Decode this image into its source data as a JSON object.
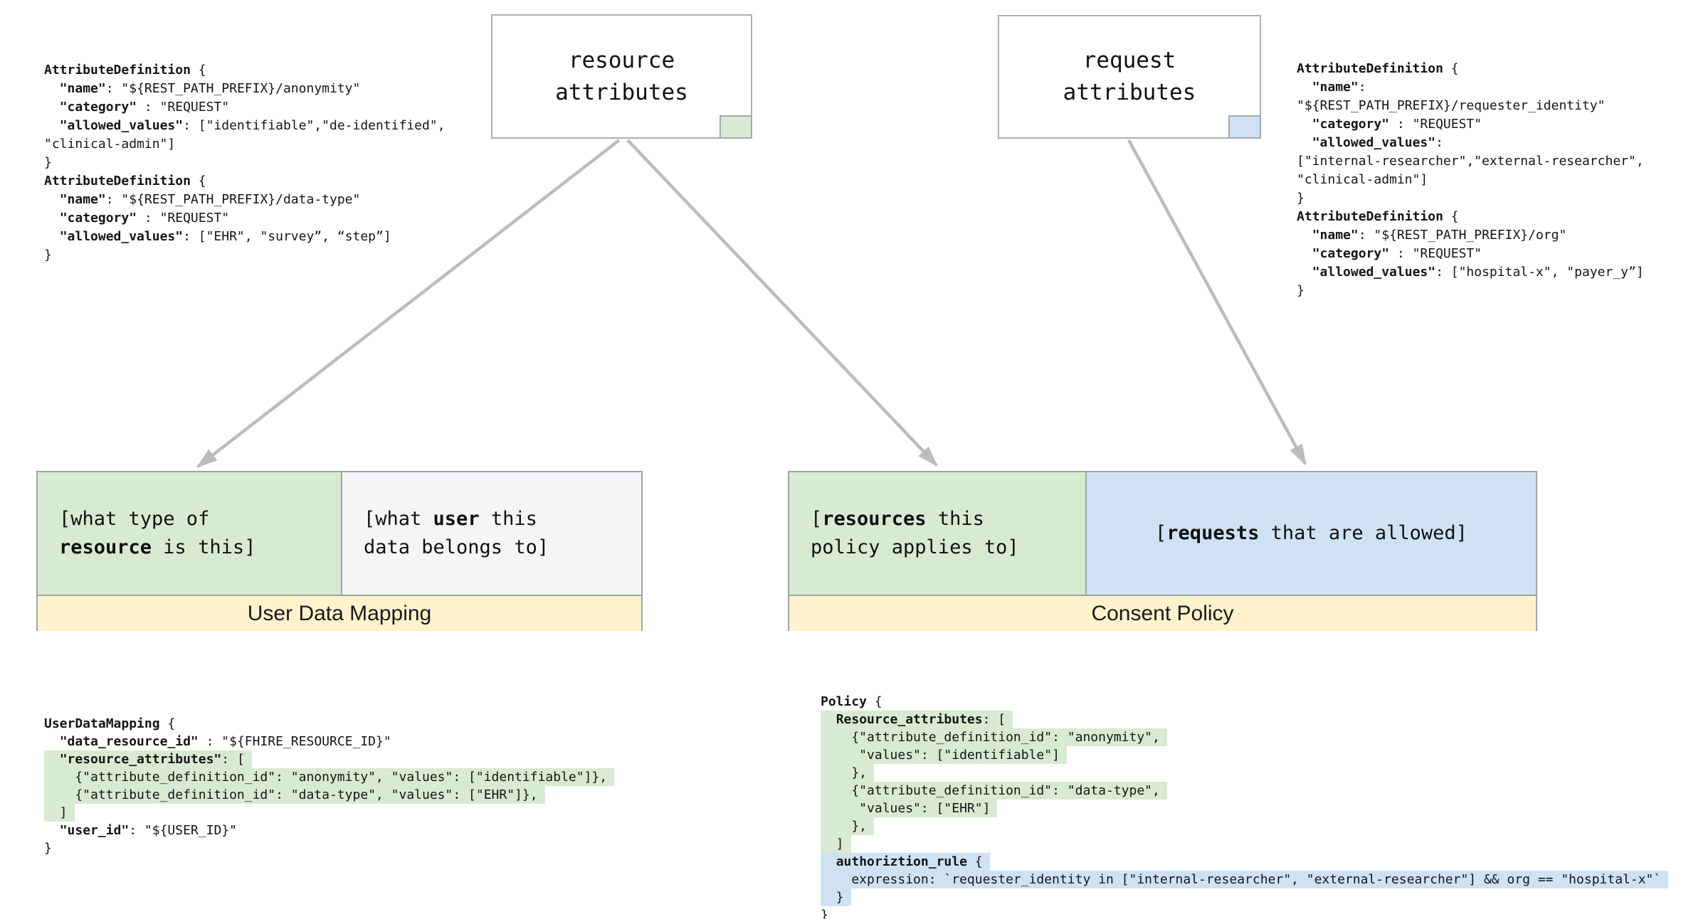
{
  "colors": {
    "green": "#d9ead3",
    "blue": "#cfe2f3",
    "yellow": "#fff2cc",
    "light_gray_cell": "#f3f5f6",
    "border_gray": "#9fa4a9",
    "arrow_gray": "#b9bcc1"
  },
  "boxes": {
    "resource": {
      "line1": "resource",
      "line2": "attributes",
      "corner_color": "#d9ead3"
    },
    "request": {
      "line1": "request",
      "line2": "attributes",
      "corner_color": "#cfe2f3"
    }
  },
  "groups": {
    "udm": {
      "banner": "User Data Mapping",
      "left_cell": [
        [
          {
            "t": "[what type of"
          }
        ],
        [
          {
            "t": "resource",
            "b": true
          },
          {
            "t": " is this]"
          }
        ]
      ],
      "right_cell": [
        [
          {
            "t": "[what "
          },
          {
            "t": "user",
            "b": true
          },
          {
            "t": " this"
          }
        ],
        [
          {
            "t": "data belongs to]"
          }
        ]
      ]
    },
    "cp": {
      "banner": "Consent Policy",
      "left_cell": [
        [
          {
            "t": "["
          },
          {
            "t": "resources",
            "b": true
          },
          {
            "t": " this"
          }
        ],
        [
          {
            "t": "policy applies to]"
          }
        ]
      ],
      "right_cell": [
        [
          {
            "t": "["
          },
          {
            "t": "requests",
            "b": true
          },
          {
            "t": " that are allowed]"
          }
        ]
      ]
    }
  },
  "code_blocks": {
    "attr_def_left": {
      "lines": [
        {
          "hl": null,
          "seg": [
            {
              "t": "AttributeDefinition",
              "b": true
            },
            {
              "t": " {"
            }
          ]
        },
        {
          "hl": null,
          "seg": [
            {
              "t": "  "
            },
            {
              "t": "\"name\"",
              "b": true
            },
            {
              "t": ": \"${REST_PATH_PREFIX}/anonymity\""
            }
          ]
        },
        {
          "hl": null,
          "seg": [
            {
              "t": "  "
            },
            {
              "t": "\"category\"",
              "b": true
            },
            {
              "t": " : \"REQUEST\""
            }
          ]
        },
        {
          "hl": null,
          "seg": [
            {
              "t": "  "
            },
            {
              "t": "\"allowed_values\"",
              "b": true
            },
            {
              "t": ": [\"identifiable\",\"de-identified\","
            }
          ]
        },
        {
          "hl": null,
          "seg": [
            {
              "t": "\"clinical-admin\"]"
            }
          ]
        },
        {
          "hl": null,
          "seg": [
            {
              "t": "}"
            }
          ]
        },
        {
          "hl": null,
          "seg": [
            {
              "t": "AttributeDefinition",
              "b": true
            },
            {
              "t": " {"
            }
          ]
        },
        {
          "hl": null,
          "seg": [
            {
              "t": "  "
            },
            {
              "t": "\"name\"",
              "b": true
            },
            {
              "t": ": \"${REST_PATH_PREFIX}/data-type\""
            }
          ]
        },
        {
          "hl": null,
          "seg": [
            {
              "t": "  "
            },
            {
              "t": "\"category\"",
              "b": true
            },
            {
              "t": " : \"REQUEST\""
            }
          ]
        },
        {
          "hl": null,
          "seg": [
            {
              "t": "  "
            },
            {
              "t": "\"allowed_values\"",
              "b": true
            },
            {
              "t": ": [\"EHR\", \"survey”, “step”]"
            }
          ]
        },
        {
          "hl": null,
          "seg": [
            {
              "t": "}"
            }
          ]
        }
      ]
    },
    "attr_def_right": {
      "lines": [
        {
          "hl": null,
          "seg": [
            {
              "t": "AttributeDefinition",
              "b": true
            },
            {
              "t": " {"
            }
          ]
        },
        {
          "hl": null,
          "seg": [
            {
              "t": "  "
            },
            {
              "t": "\"name\"",
              "b": true
            },
            {
              "t": ":"
            }
          ]
        },
        {
          "hl": null,
          "seg": [
            {
              "t": "\"${REST_PATH_PREFIX}/requester_identity\""
            }
          ]
        },
        {
          "hl": null,
          "seg": [
            {
              "t": "  "
            },
            {
              "t": "\"category\"",
              "b": true
            },
            {
              "t": " : \"REQUEST\""
            }
          ]
        },
        {
          "hl": null,
          "seg": [
            {
              "t": "  "
            },
            {
              "t": "\"allowed_values\"",
              "b": true
            },
            {
              "t": ":"
            }
          ]
        },
        {
          "hl": null,
          "seg": [
            {
              "t": "[\"internal-researcher\",\"external-researcher\","
            }
          ]
        },
        {
          "hl": null,
          "seg": [
            {
              "t": "\"clinical-admin\"]"
            }
          ]
        },
        {
          "hl": null,
          "seg": [
            {
              "t": "}"
            }
          ]
        },
        {
          "hl": null,
          "seg": [
            {
              "t": "AttributeDefinition",
              "b": true
            },
            {
              "t": " {"
            }
          ]
        },
        {
          "hl": null,
          "seg": [
            {
              "t": "  "
            },
            {
              "t": "\"name\"",
              "b": true
            },
            {
              "t": ": \"${REST_PATH_PREFIX}/org\""
            }
          ]
        },
        {
          "hl": null,
          "seg": [
            {
              "t": "  "
            },
            {
              "t": "\"category\"",
              "b": true
            },
            {
              "t": " : \"REQUEST\""
            }
          ]
        },
        {
          "hl": null,
          "seg": [
            {
              "t": "  "
            },
            {
              "t": "\"allowed_values\"",
              "b": true
            },
            {
              "t": ": [\"hospital-x\", \"payer_y”]"
            }
          ]
        },
        {
          "hl": null,
          "seg": [
            {
              "t": "}"
            }
          ]
        }
      ]
    },
    "user_data_mapping": {
      "lines": [
        {
          "hl": null,
          "seg": [
            {
              "t": "UserDataMapping",
              "b": true
            },
            {
              "t": " {"
            }
          ]
        },
        {
          "hl": null,
          "seg": [
            {
              "t": "  "
            },
            {
              "t": "\"data_resource_id\"",
              "b": true
            },
            {
              "t": " : \"${FHIRE_RESOURCE_ID}\""
            }
          ]
        },
        {
          "hl": "green",
          "seg": [
            {
              "t": "  "
            },
            {
              "t": "\"resource_attributes\"",
              "b": true
            },
            {
              "t": ": ["
            }
          ]
        },
        {
          "hl": "green",
          "seg": [
            {
              "t": "    {\"attribute_definition_id\": \"anonymity\", \"values\": [\"identifiable\"]},"
            }
          ]
        },
        {
          "hl": "green",
          "seg": [
            {
              "t": "    {\"attribute_definition_id\": \"data-type\", \"values\": [\"EHR\"]},"
            }
          ]
        },
        {
          "hl": "green",
          "seg": [
            {
              "t": "  ]"
            }
          ]
        },
        {
          "hl": null,
          "seg": [
            {
              "t": "  "
            },
            {
              "t": "\"user_id\"",
              "b": true
            },
            {
              "t": ": \"${USER_ID}\""
            }
          ]
        },
        {
          "hl": null,
          "seg": [
            {
              "t": "}"
            }
          ]
        }
      ]
    },
    "policy": {
      "lines": [
        {
          "hl": null,
          "seg": [
            {
              "t": "Policy",
              "b": true
            },
            {
              "t": " {"
            }
          ]
        },
        {
          "hl": "green",
          "seg": [
            {
              "t": "  "
            },
            {
              "t": "Resource_attributes",
              "b": true
            },
            {
              "t": ": ["
            }
          ]
        },
        {
          "hl": "green",
          "seg": [
            {
              "t": "    {\"attribute_definition_id\": \"anonymity\","
            }
          ]
        },
        {
          "hl": "green",
          "seg": [
            {
              "t": "     \"values\": [\"identifiable\"]"
            }
          ]
        },
        {
          "hl": "green",
          "seg": [
            {
              "t": "    },"
            }
          ]
        },
        {
          "hl": "green",
          "seg": [
            {
              "t": "    {\"attribute_definition_id\": \"data-type\","
            }
          ]
        },
        {
          "hl": "green",
          "seg": [
            {
              "t": "     \"values\": [\"EHR\"]"
            }
          ]
        },
        {
          "hl": "green",
          "seg": [
            {
              "t": "    },"
            }
          ]
        },
        {
          "hl": "green",
          "seg": [
            {
              "t": "  ]"
            }
          ]
        },
        {
          "hl": "blue",
          "seg": [
            {
              "t": "  "
            },
            {
              "t": "authoriztion_rule",
              "b": true
            },
            {
              "t": " {"
            }
          ]
        },
        {
          "hl": "blue",
          "seg": [
            {
              "t": "    expression: `requester_identity in [\"internal-researcher\", \"external-researcher\"] && org == \"hospital-x\"`"
            }
          ]
        },
        {
          "hl": "blue",
          "seg": [
            {
              "t": "  }"
            }
          ]
        },
        {
          "hl": null,
          "seg": [
            {
              "t": "}"
            }
          ]
        }
      ]
    }
  }
}
